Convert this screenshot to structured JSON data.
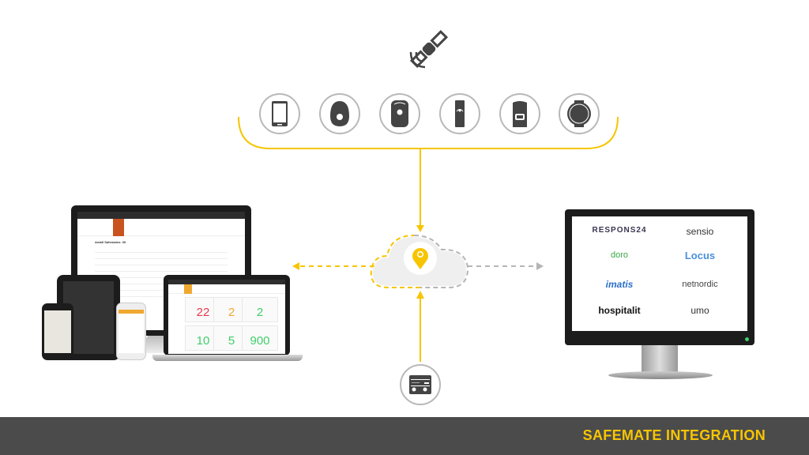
{
  "title": "SAFEMATE INTEGRATION",
  "colors": {
    "accent": "#f7c500",
    "icon": "#444444",
    "footer": "#4b4b4b",
    "gray_arrow": "#b5b5b5"
  },
  "top": {
    "icon": "satellite-icon",
    "devices": [
      "smartphone-icon",
      "pendant-alarm-icon",
      "gps-tracker-icon",
      "slim-tracker-icon",
      "wearable-alarm-icon",
      "watch-icon"
    ]
  },
  "cloud": {
    "icon": "location-pin-icon"
  },
  "bottom": {
    "icon": "base-station-icon"
  },
  "dashboard": {
    "heading": "Antall Safemates: 39",
    "tiles": [
      {
        "value": "22",
        "color": "#e8384f"
      },
      {
        "value": "2",
        "color": "#f0a830"
      },
      {
        "value": "2",
        "color": "#3ecf6a"
      },
      {
        "value": "10",
        "color": "#3ecf6a"
      },
      {
        "value": "5",
        "color": "#3ecf6a"
      },
      {
        "value": "900",
        "color": "#3ecf6a"
      }
    ]
  },
  "partners": [
    "RESPONS24",
    "sensio",
    "doro",
    "Locus",
    "imatis",
    "netnordic",
    "hospitalit",
    "umo"
  ]
}
